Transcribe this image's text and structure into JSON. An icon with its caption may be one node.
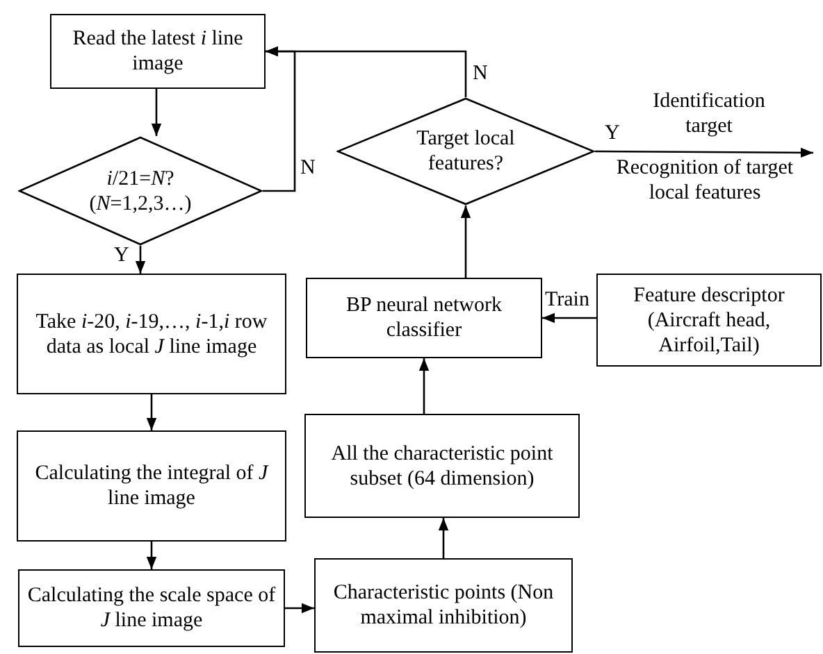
{
  "diagram": {
    "nodes": [
      {
        "text": [
          "Read the latest *i* line image"
        ]
      },
      {
        "text": [
          "*i*/21=*N*? (*N*=1,2,3…)"
        ]
      },
      {
        "text": [
          "Take *i*-20, *i*-19,…, *i*-1,*i* row data as local *J* line image"
        ]
      },
      {
        "text": [
          "Calculating the integral of *J* line image"
        ]
      },
      {
        "text": [
          "Calculating the scale space of *J* line image"
        ]
      },
      {
        "text": [
          "Characteristic points (Non maximal inhibition)"
        ]
      },
      {
        "text": [
          "All the characteristic point subset (64 dimension)"
        ]
      },
      {
        "text": [
          "BP neural network classifier"
        ]
      },
      {
        "text": [
          "Feature descriptor (Aircraft head, Airfoil,Tail)"
        ]
      },
      {
        "text": [
          "Target local features?"
        ]
      },
      {
        "text": [
          "Recognition of target local features"
        ]
      }
    ],
    "edges": [
      {
        "from": 0,
        "to": 1,
        "arrow": "to"
      },
      {
        "from": 1,
        "to": 0,
        "arrow": "to",
        "label": "N"
      },
      {
        "from": 9,
        "to": 0,
        "arrow": "to",
        "label": "N"
      },
      {
        "from": 1,
        "to": 2,
        "arrow": "to",
        "label": "Y"
      },
      {
        "from": 2,
        "to": 3,
        "arrow": "to"
      },
      {
        "from": 3,
        "to": 4,
        "arrow": "to"
      },
      {
        "from": 4,
        "to": 5,
        "arrow": "to"
      },
      {
        "from": 5,
        "to": 6,
        "arrow": "to"
      },
      {
        "from": 6,
        "to": 7,
        "arrow": "to"
      },
      {
        "from": 8,
        "to": 7,
        "arrow": "to",
        "label": "Train"
      },
      {
        "from": 7,
        "to": 9,
        "arrow": "to"
      },
      {
        "from": 9,
        "to": 10,
        "arrow": "to",
        "label": "Y"
      }
    ],
    "labels": [
      "Identification target"
    ]
  }
}
